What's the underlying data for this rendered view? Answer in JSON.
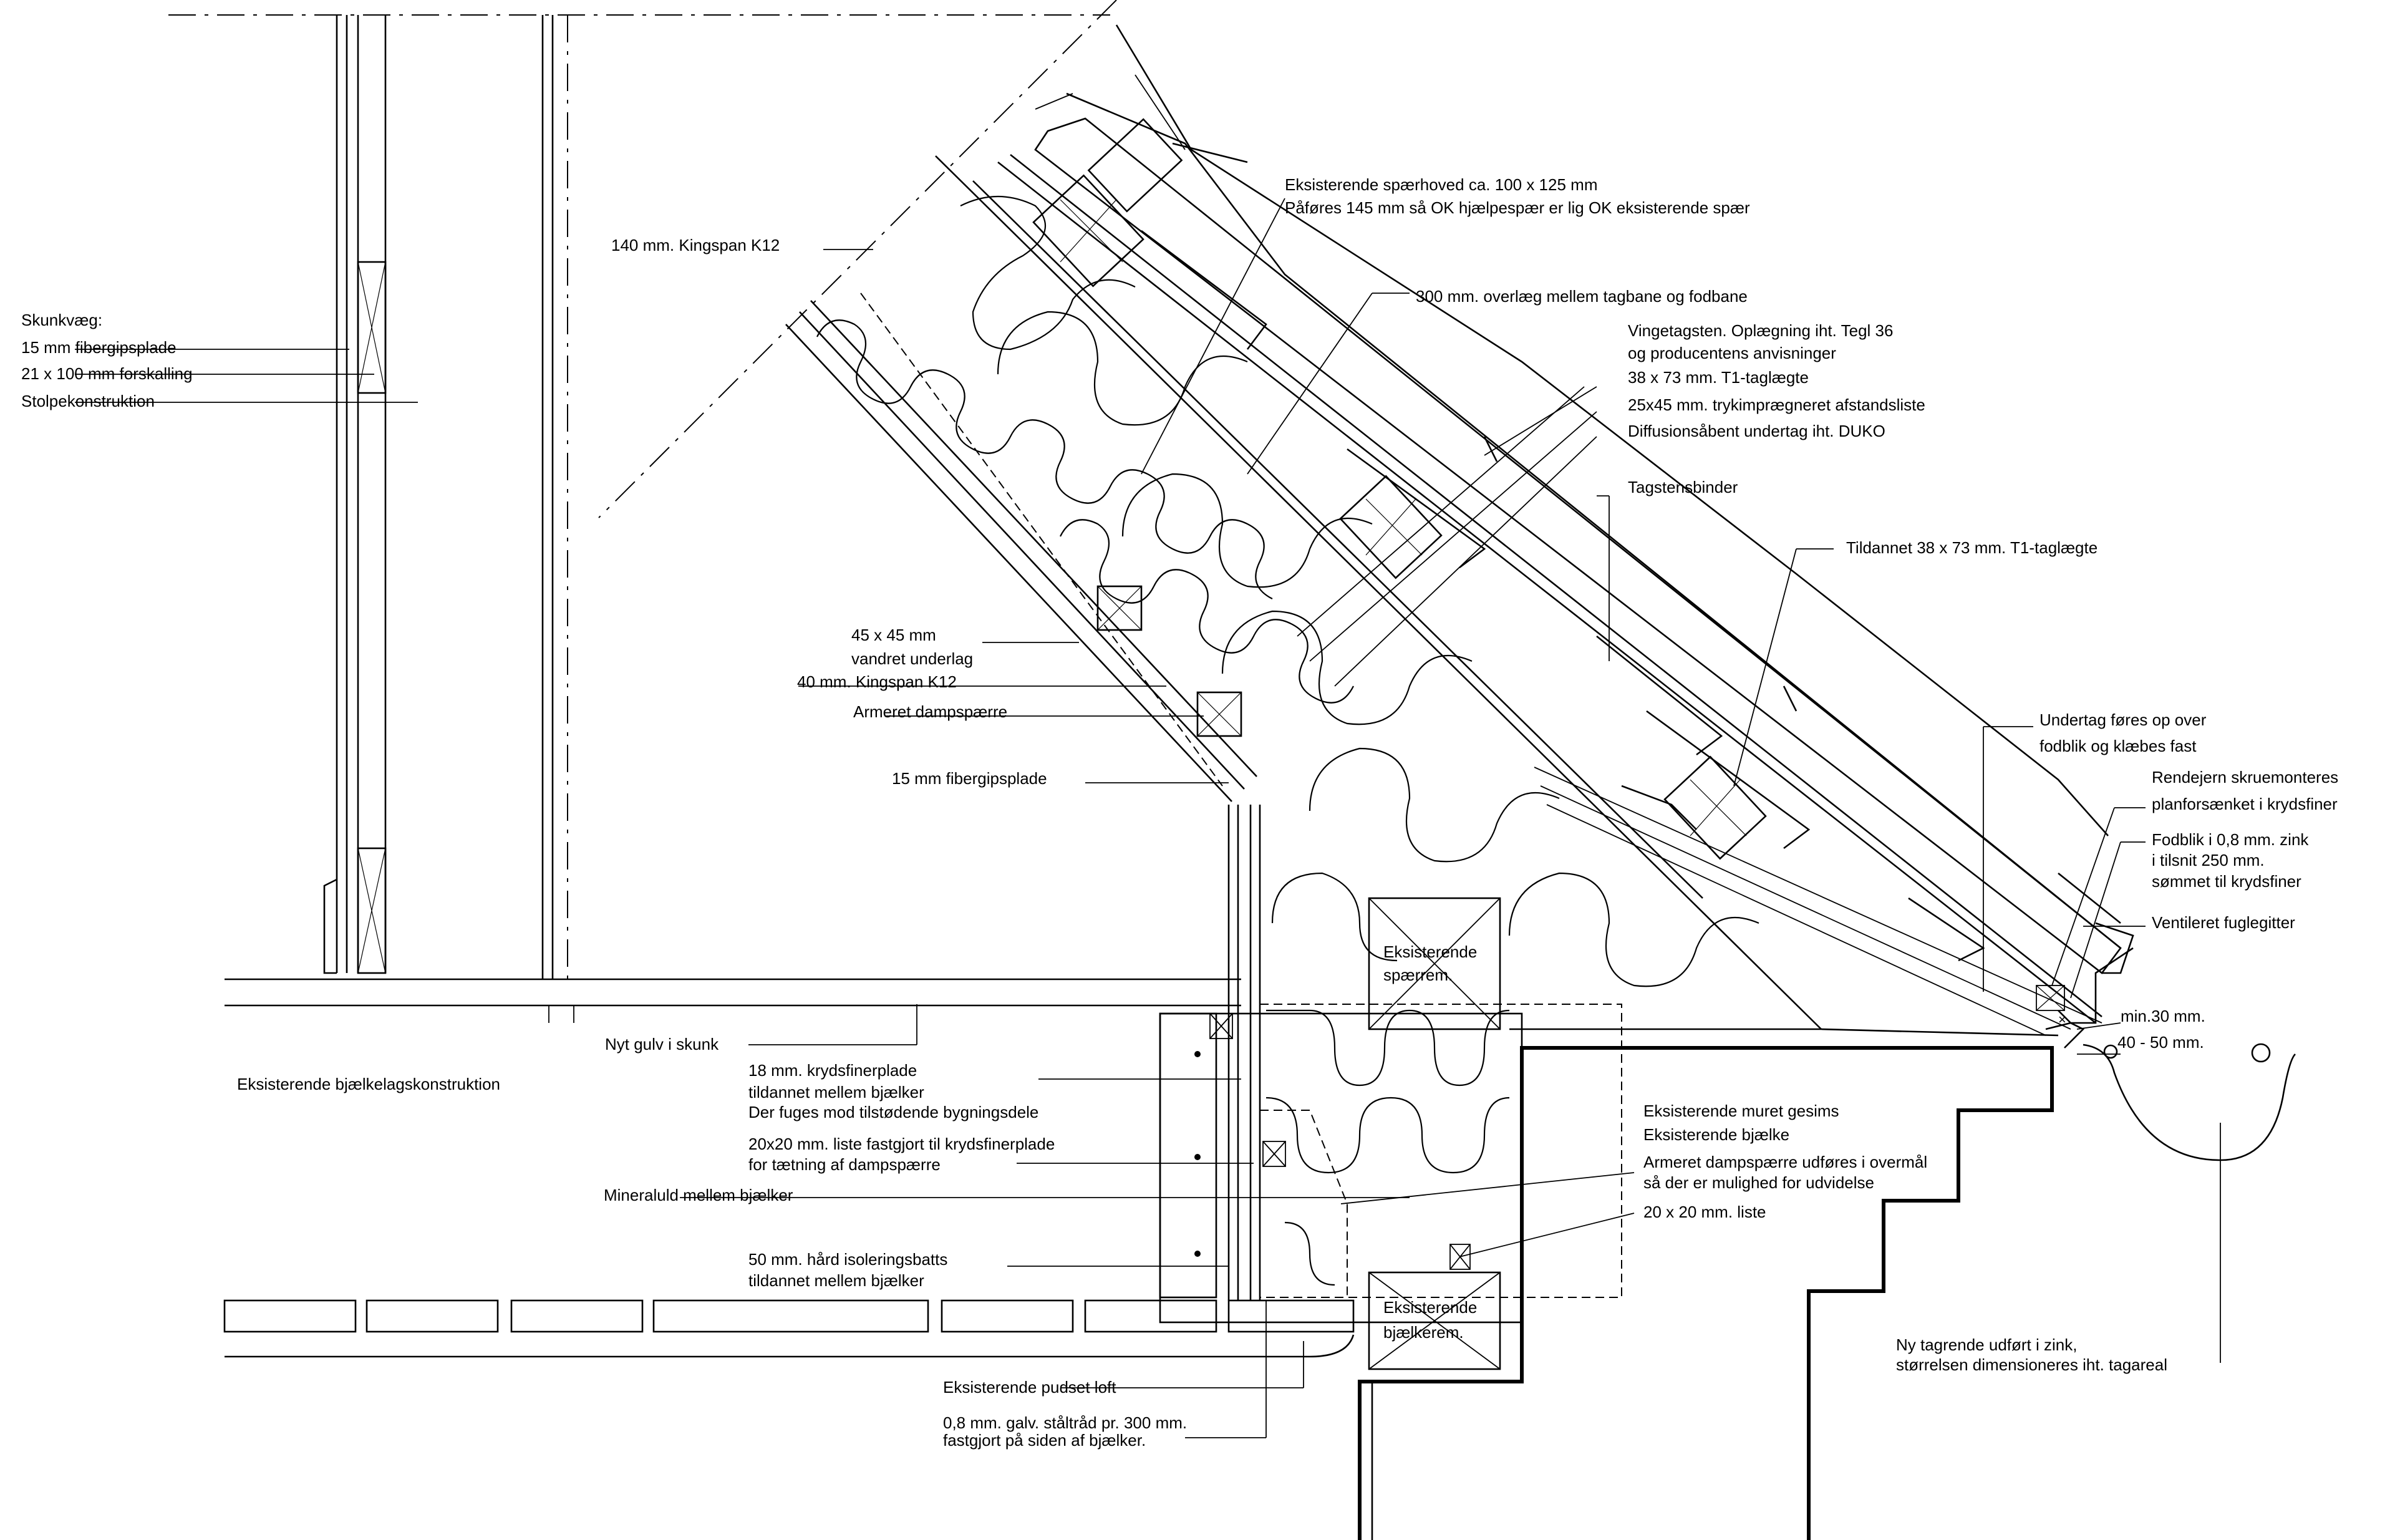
{
  "labels": {
    "skunkvaeg_title": "Skunkvæg:",
    "skunkvaeg_1": "15 mm fibergipsplade",
    "skunkvaeg_2": "21 x 100 mm forskalling",
    "skunkvaeg_3": "Stolpekonstruktion",
    "kingspan_140": "140 mm. Kingspan K12",
    "spaerhoved_1": "Eksisterende spærhoved ca. 100 x 125 mm",
    "spaerhoved_2": "Påføres 145 mm så OK hjælpespær er lig OK eksisterende spær",
    "overlaeg": "300 mm. overlæg mellem tagbane og fodbane",
    "vingetag_1": "Vingetagsten. Oplægning iht. Tegl 36",
    "vingetag_2": "og producentens anvisninger",
    "taglaegte": "38 x 73 mm. T1-taglægte",
    "afstandsliste": "25x45 mm. trykimprægneret afstandsliste",
    "undertag": "Diffusionsåbent undertag iht. DUKO",
    "tagstensbinder": "Tagstensbinder",
    "tildannet_laegte": "Tildannet 38 x 73 mm. T1-taglægte",
    "underlag_1": "45 x 45 mm",
    "underlag_2": "vandret underlag",
    "kingspan_40": "40 mm. Kingspan K12",
    "dampspaerre": "Armeret dampspærre",
    "fibergips_15": "15 mm fibergipsplade",
    "undertag_over_1": "Undertag føres op over",
    "undertag_over_2": "fodblik og klæbes fast",
    "rendejern_1": "Rendejern skruemonteres",
    "rendejern_2": "planforsænket i krydsfiner",
    "fodblik_1": "Fodblik i 0,8 mm. zink",
    "fodblik_2": "i tilsnit 250 mm.",
    "fodblik_3": "sømmet til krydsfiner",
    "fuglegitter": "Ventileret fuglegitter",
    "min30": "min.30 mm.",
    "mm40_50": "40 - 50 mm.",
    "spaerrem_1": "Eksisterende",
    "spaerrem_2": "spærrem.",
    "nyt_gulv": "Nyt gulv i skunk",
    "bjaelkelag": "Eksisterende bjælkelagskonstruktion",
    "krydsfiner_1": "18 mm. krydsfinerplade",
    "krydsfiner_2": "tildannet mellem bjælker",
    "krydsfiner_3": "Der fuges mod tilstødende bygningsdele",
    "liste_20_1": "20x20 mm. liste fastgjort til krydsfinerplade",
    "liste_20_2": "for tætning af dampspærre",
    "mineraluld": "Mineraluld mellem bjælker",
    "batts_1": "50 mm. hård isoleringsbatts",
    "batts_2": "tildannet mellem bjælker",
    "gesims": "Eksisterende muret gesims",
    "bjaelke": "Eksisterende bjælke",
    "damp_overmaal_1": "Armeret dampspærre udføres i overmål",
    "damp_overmaal_2": "så der er mulighed for udvidelse",
    "liste_20x20": "20 x 20 mm. liste",
    "bjaelkerem_1": "Eksisterende",
    "bjaelkerem_2": "bjælkerem.",
    "pudset_loft": "Eksisterende pudset loft",
    "staltraad_1": "0,8 mm. galv. ståltråd pr. 300 mm.",
    "staltraad_2": "fastgjort på siden af bjælker.",
    "tagrende_1": "Ny tagrende udført i zink,",
    "tagrende_2": "størrelsen dimensioneres iht. tagareal"
  }
}
